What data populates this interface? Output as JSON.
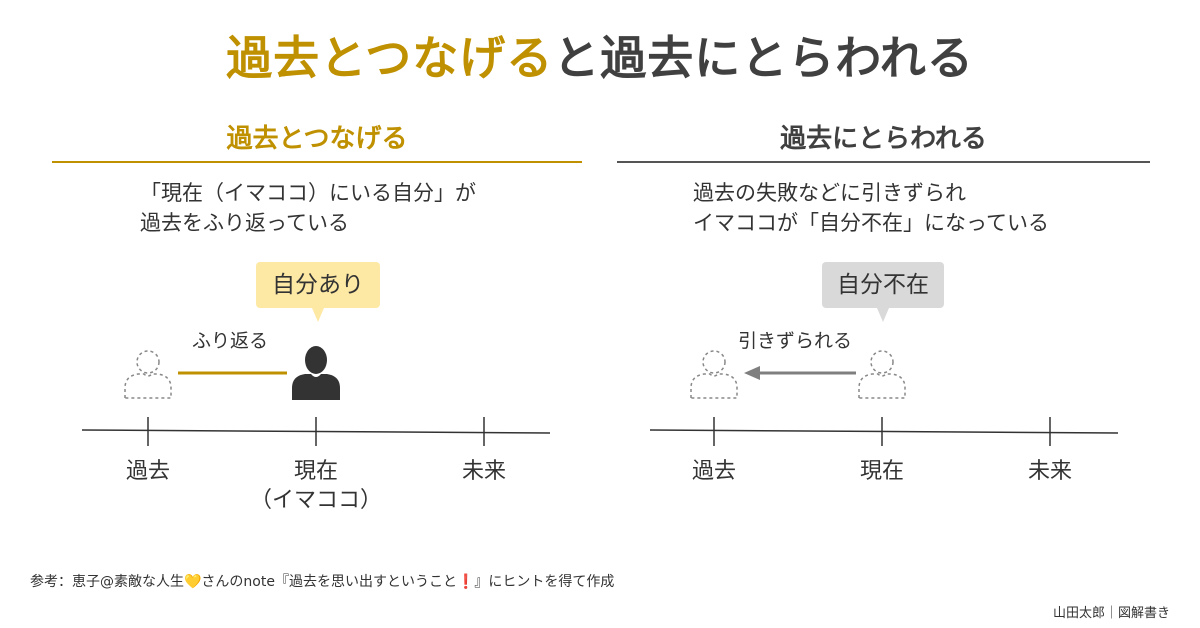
{
  "title": {
    "highlight": "過去とつなげる",
    "rest": "と過去にとらわれる"
  },
  "left": {
    "heading": "過去とつなげる",
    "desc_line1": "「現在（イマココ）にいる自分」が",
    "desc_line2": "過去をふり返っている",
    "bubble": "自分あり",
    "arrow_label": "ふり返る",
    "ticks": [
      "過去",
      "現在",
      "未来"
    ],
    "now_sub": "（イマココ）"
  },
  "right": {
    "heading": "過去にとらわれる",
    "desc_line1": "過去の失敗などに引きずられ",
    "desc_line2": "イマココが「自分不在」になっている",
    "bubble": "自分不在",
    "arrow_label": "引きずられる",
    "ticks": [
      "過去",
      "現在",
      "未来"
    ]
  },
  "footer": {
    "reference": "参考：恵子@素敵な人生💛さんのnote『過去を思い出すということ❗』にヒントを得て作成",
    "credit": "山田太郎｜図解書き"
  },
  "colors": {
    "accent_gold": "#bf9000",
    "bubble_gold": "#fde8a4",
    "bubble_gray": "#d9d9d9",
    "text_dark": "#404040",
    "figure_dark": "#333333",
    "arrow_gray": "#7f7f7f"
  }
}
